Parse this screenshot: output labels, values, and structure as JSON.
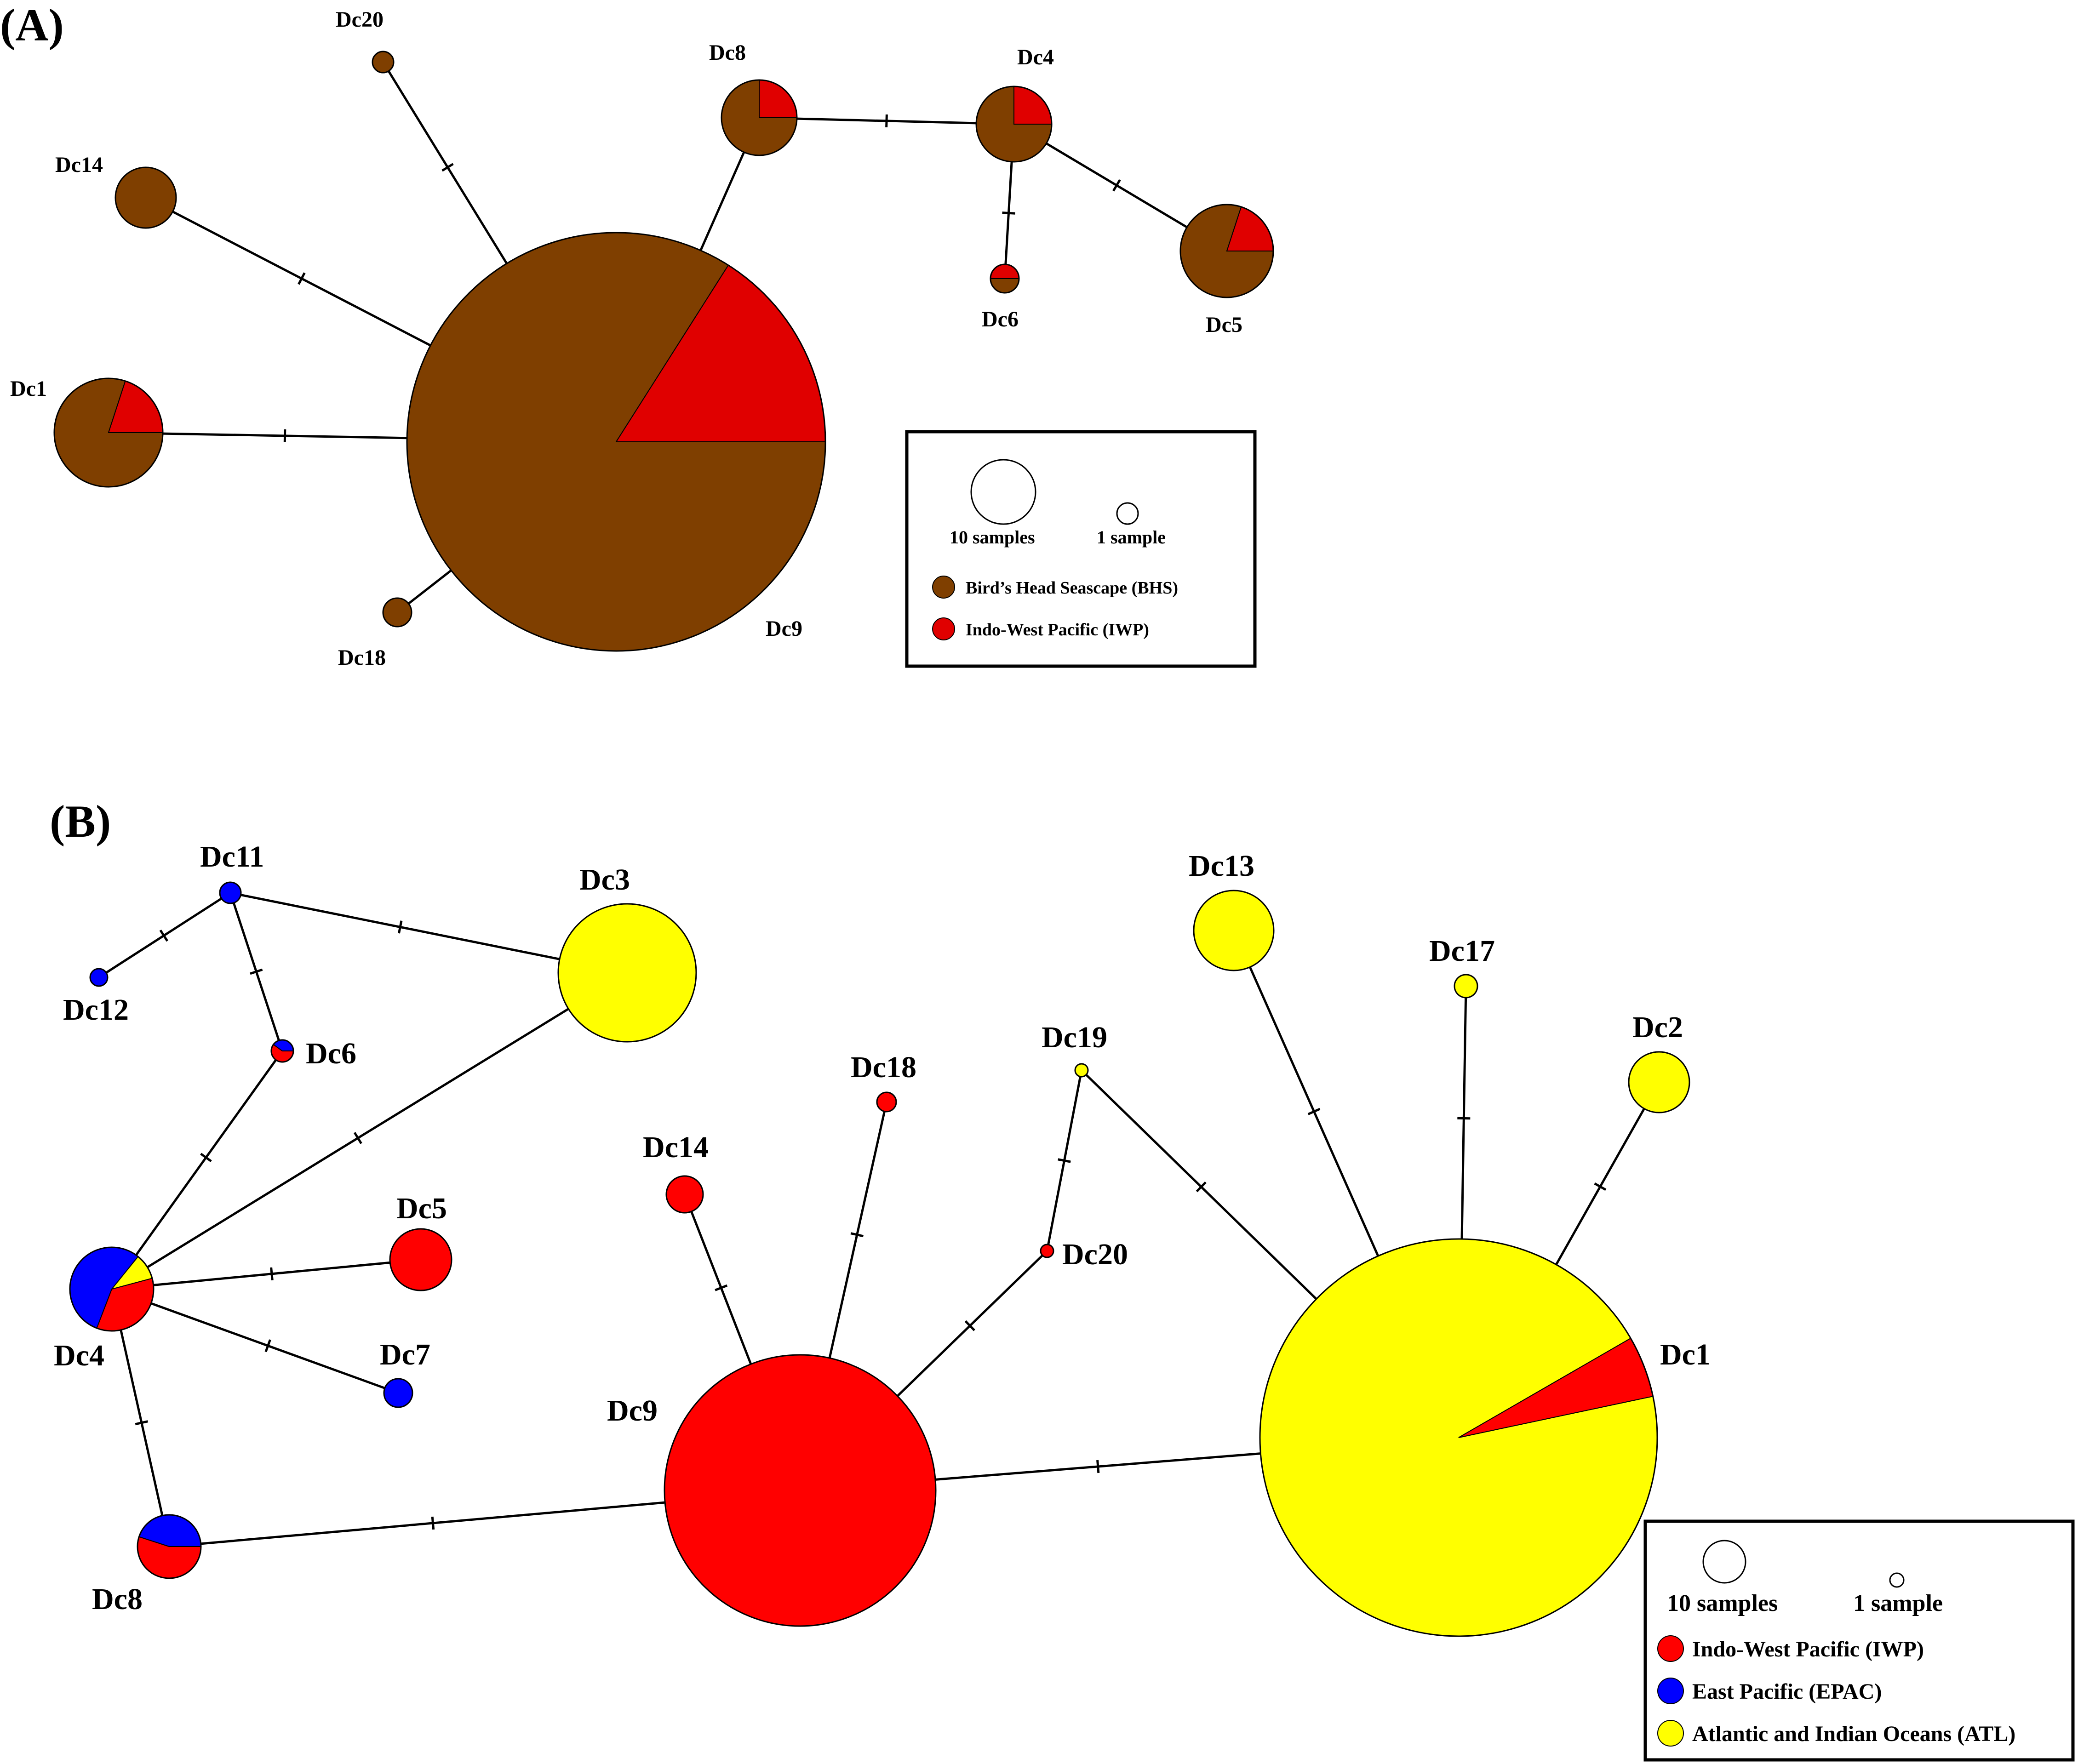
{
  "panels": [
    {
      "label": "(A)",
      "legend": {
        "size_large_label": "10 samples",
        "size_small_label": "1 sample",
        "items": [
          {
            "key": "BHS",
            "label": "Bird’s Head Seascape (BHS)",
            "color": "#7F3F00"
          },
          {
            "key": "IWP",
            "label": "Indo-West Pacific (IWP)",
            "color": "#E00000"
          }
        ]
      },
      "nodes": [
        {
          "id": "Dc9",
          "label": "Dc9",
          "composition": [
            {
              "region": "BHS",
              "fraction": 0.84
            },
            {
              "region": "IWP",
              "fraction": 0.16
            }
          ]
        },
        {
          "id": "Dc1",
          "label": "Dc1",
          "composition": [
            {
              "region": "BHS",
              "fraction": 0.8
            },
            {
              "region": "IWP",
              "fraction": 0.2
            }
          ]
        },
        {
          "id": "Dc14",
          "label": "Dc14",
          "composition": [
            {
              "region": "BHS",
              "fraction": 1.0
            }
          ]
        },
        {
          "id": "Dc20",
          "label": "Dc20",
          "composition": [
            {
              "region": "BHS",
              "fraction": 1.0
            }
          ]
        },
        {
          "id": "Dc18",
          "label": "Dc18",
          "composition": [
            {
              "region": "BHS",
              "fraction": 1.0
            }
          ]
        },
        {
          "id": "Dc8",
          "label": "Dc8",
          "composition": [
            {
              "region": "BHS",
              "fraction": 0.75
            },
            {
              "region": "IWP",
              "fraction": 0.25
            }
          ]
        },
        {
          "id": "Dc4",
          "label": "Dc4",
          "composition": [
            {
              "region": "BHS",
              "fraction": 0.75
            },
            {
              "region": "IWP",
              "fraction": 0.25
            }
          ]
        },
        {
          "id": "Dc6",
          "label": "Dc6",
          "composition": [
            {
              "region": "BHS",
              "fraction": 0.5
            },
            {
              "region": "IWP",
              "fraction": 0.5
            }
          ]
        },
        {
          "id": "Dc5",
          "label": "Dc5",
          "composition": [
            {
              "region": "BHS",
              "fraction": 0.8
            },
            {
              "region": "IWP",
              "fraction": 0.2
            }
          ]
        }
      ],
      "edges": [
        {
          "from": "Dc9",
          "to": "Dc1",
          "mutations": 1
        },
        {
          "from": "Dc9",
          "to": "Dc14",
          "mutations": 1
        },
        {
          "from": "Dc9",
          "to": "Dc20",
          "mutations": 1
        },
        {
          "from": "Dc9",
          "to": "Dc18",
          "mutations": 0
        },
        {
          "from": "Dc9",
          "to": "Dc8",
          "mutations": 0
        },
        {
          "from": "Dc8",
          "to": "Dc4",
          "mutations": 1
        },
        {
          "from": "Dc4",
          "to": "Dc6",
          "mutations": 1
        },
        {
          "from": "Dc4",
          "to": "Dc5",
          "mutations": 1
        }
      ]
    },
    {
      "label": "(B)",
      "legend": {
        "size_large_label": "10 samples",
        "size_small_label": "1 sample",
        "items": [
          {
            "key": "IWP",
            "label": "Indo-West Pacific (IWP)",
            "color": "#FF0000"
          },
          {
            "key": "EPAC",
            "label": "East Pacific (EPAC)",
            "color": "#0000FF"
          },
          {
            "key": "ATL",
            "label": "Atlantic and Indian Oceans (ATL)",
            "color": "#FFFF00"
          }
        ]
      },
      "nodes": [
        {
          "id": "Dc1",
          "label": "Dc1",
          "composition": [
            {
              "region": "ATL",
              "fraction": 0.95
            },
            {
              "region": "IWP",
              "fraction": 0.05
            }
          ]
        },
        {
          "id": "Dc9",
          "label": "Dc9",
          "composition": [
            {
              "region": "IWP",
              "fraction": 1.0
            }
          ]
        },
        {
          "id": "Dc4",
          "label": "Dc4",
          "composition": [
            {
              "region": "IWP",
              "fraction": 0.35
            },
            {
              "region": "EPAC",
              "fraction": 0.55
            },
            {
              "region": "ATL",
              "fraction": 0.1
            }
          ]
        },
        {
          "id": "Dc8",
          "label": "Dc8",
          "composition": [
            {
              "region": "IWP",
              "fraction": 0.55
            },
            {
              "region": "EPAC",
              "fraction": 0.45
            }
          ]
        },
        {
          "id": "Dc3",
          "label": "Dc3",
          "composition": [
            {
              "region": "ATL",
              "fraction": 1.0
            }
          ]
        },
        {
          "id": "Dc11",
          "label": "Dc11",
          "composition": [
            {
              "region": "EPAC",
              "fraction": 1.0
            }
          ]
        },
        {
          "id": "Dc12",
          "label": "Dc12",
          "composition": [
            {
              "region": "EPAC",
              "fraction": 1.0
            }
          ]
        },
        {
          "id": "Dc6",
          "label": "Dc6",
          "composition": [
            {
              "region": "IWP",
              "fraction": 0.6
            },
            {
              "region": "EPAC",
              "fraction": 0.4
            }
          ]
        },
        {
          "id": "Dc5",
          "label": "Dc5",
          "composition": [
            {
              "region": "IWP",
              "fraction": 1.0
            }
          ]
        },
        {
          "id": "Dc7",
          "label": "Dc7",
          "composition": [
            {
              "region": "EPAC",
              "fraction": 1.0
            }
          ]
        },
        {
          "id": "Dc14",
          "label": "Dc14",
          "composition": [
            {
              "region": "IWP",
              "fraction": 1.0
            }
          ]
        },
        {
          "id": "Dc18",
          "label": "Dc18",
          "composition": [
            {
              "region": "IWP",
              "fraction": 1.0
            }
          ]
        },
        {
          "id": "Dc20",
          "label": "Dc20",
          "composition": [
            {
              "region": "IWP",
              "fraction": 1.0
            }
          ]
        },
        {
          "id": "Dc19",
          "label": "Dc19",
          "composition": [
            {
              "region": "ATL",
              "fraction": 1.0
            }
          ]
        },
        {
          "id": "Dc13",
          "label": "Dc13",
          "composition": [
            {
              "region": "ATL",
              "fraction": 1.0
            }
          ]
        },
        {
          "id": "Dc17",
          "label": "Dc17",
          "composition": [
            {
              "region": "ATL",
              "fraction": 1.0
            }
          ]
        },
        {
          "id": "Dc2",
          "label": "Dc2",
          "composition": [
            {
              "region": "ATL",
              "fraction": 1.0
            }
          ]
        }
      ],
      "edges": [
        {
          "from": "Dc11",
          "to": "Dc12",
          "mutations": 1
        },
        {
          "from": "Dc11",
          "to": "Dc3",
          "mutations": 1
        },
        {
          "from": "Dc11",
          "to": "Dc6",
          "mutations": 1
        },
        {
          "from": "Dc6",
          "to": "Dc4",
          "mutations": 1
        },
        {
          "from": "Dc3",
          "to": "Dc4",
          "mutations": 1
        },
        {
          "from": "Dc4",
          "to": "Dc5",
          "mutations": 1
        },
        {
          "from": "Dc4",
          "to": "Dc7",
          "mutations": 1
        },
        {
          "from": "Dc4",
          "to": "Dc8",
          "mutations": 1
        },
        {
          "from": "Dc8",
          "to": "Dc9",
          "mutations": 1
        },
        {
          "from": "Dc9",
          "to": "Dc14",
          "mutations": 1
        },
        {
          "from": "Dc9",
          "to": "Dc18",
          "mutations": 1
        },
        {
          "from": "Dc9",
          "to": "Dc20",
          "mutations": 1
        },
        {
          "from": "Dc20",
          "to": "Dc19",
          "mutations": 1
        },
        {
          "from": "Dc19",
          "to": "Dc1",
          "mutations": 1
        },
        {
          "from": "Dc9",
          "to": "Dc1",
          "mutations": 1
        },
        {
          "from": "Dc13",
          "to": "Dc1",
          "mutations": 1
        },
        {
          "from": "Dc17",
          "to": "Dc1",
          "mutations": 1
        },
        {
          "from": "Dc2",
          "to": "Dc1",
          "mutations": 1
        }
      ]
    }
  ]
}
